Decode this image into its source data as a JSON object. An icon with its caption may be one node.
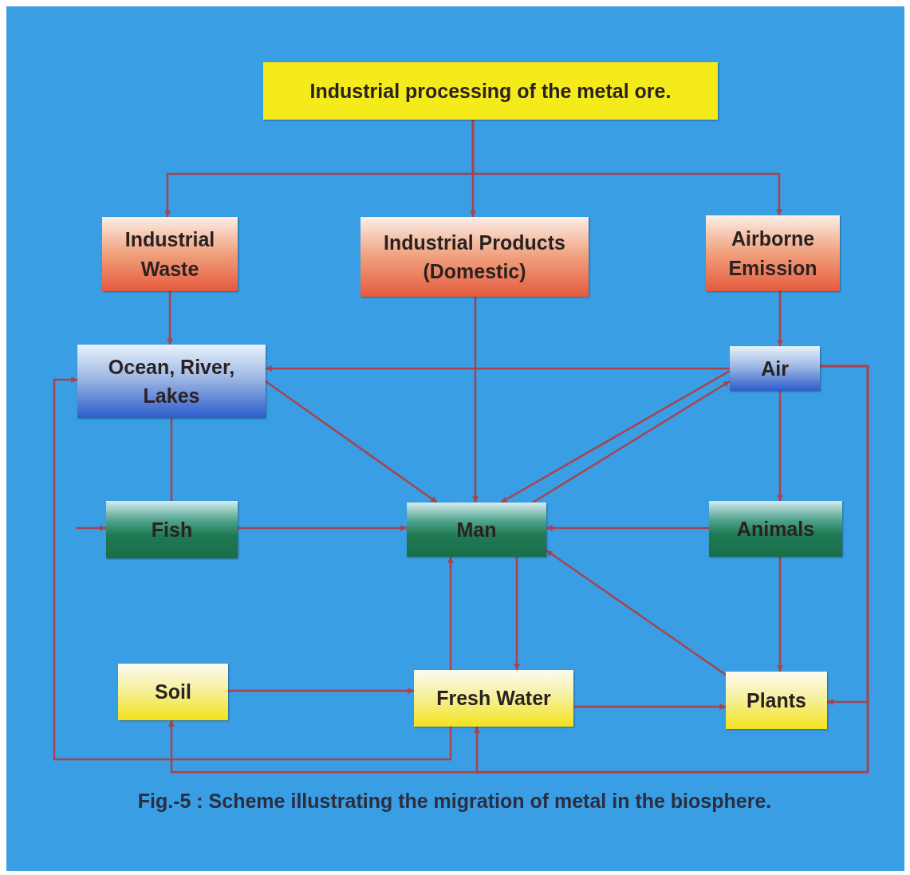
{
  "diagram": {
    "caption": "Fig.-5 : Scheme illustrating the migration of metal in the biosphere.",
    "nodes": [
      {
        "text": [
          "Industrial processing of the metal ore."
        ]
      },
      {
        "text": [
          "Industrial Waste"
        ]
      },
      {
        "text": [
          "Industrial Products (Domestic)"
        ]
      },
      {
        "text": [
          "Airborne Emission"
        ]
      },
      {
        "text": [
          "Ocean, River, Lakes"
        ]
      },
      {
        "text": [
          "Air"
        ]
      },
      {
        "text": [
          "Fish"
        ]
      },
      {
        "text": [
          "Man"
        ]
      },
      {
        "text": [
          "Animals"
        ]
      },
      {
        "text": [
          "Soil"
        ]
      },
      {
        "text": [
          "Fresh Water"
        ]
      },
      {
        "text": [
          "Plants"
        ]
      }
    ],
    "edges": [
      {
        "from": 0,
        "to": 1,
        "arrow": "to"
      },
      {
        "from": 0,
        "to": 2,
        "arrow": "to"
      },
      {
        "from": 0,
        "to": 3,
        "arrow": "to"
      },
      {
        "from": 1,
        "to": 4,
        "arrow": "to"
      },
      {
        "from": 2,
        "to": 7,
        "arrow": "to"
      },
      {
        "from": 3,
        "to": 5,
        "arrow": "to"
      },
      {
        "from": 5,
        "to": 4,
        "arrow": "to"
      },
      {
        "from": 4,
        "to": 7,
        "arrow": "to"
      },
      {
        "from": 7,
        "to": 5,
        "arrow": "to"
      },
      {
        "from": 5,
        "to": 7,
        "arrow": "to"
      },
      {
        "from": 4,
        "to": 6,
        "arrow": "none"
      },
      {
        "from": 6,
        "to": 7,
        "arrow": "to"
      },
      {
        "from": 5,
        "to": 8,
        "arrow": "to"
      },
      {
        "from": 8,
        "to": 7,
        "arrow": "to"
      },
      {
        "from": 8,
        "to": 11,
        "arrow": "to"
      },
      {
        "from": 11,
        "to": 7,
        "arrow": "to"
      },
      {
        "from": 7,
        "to": 10,
        "arrow": "to"
      },
      {
        "from": 10,
        "to": 7,
        "arrow": "to"
      },
      {
        "from": 9,
        "to": 10,
        "arrow": "to"
      },
      {
        "from": 10,
        "to": 11,
        "arrow": "to"
      },
      {
        "from": 10,
        "to": 4,
        "arrow": "to"
      },
      {
        "from": 5,
        "to": 11,
        "arrow": "to"
      },
      {
        "from": 5,
        "to": 9,
        "arrow": "to"
      },
      {
        "from": 5,
        "to": 10,
        "arrow": "to"
      },
      {
        "from": null,
        "to": 6,
        "arrow": "to"
      }
    ]
  }
}
